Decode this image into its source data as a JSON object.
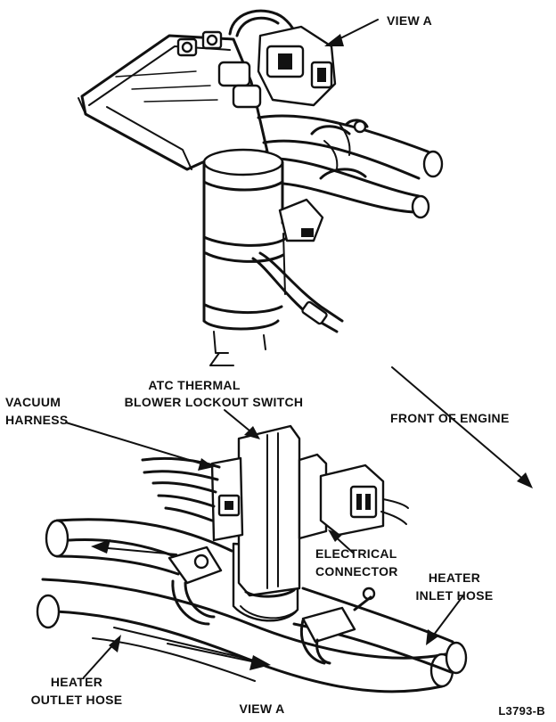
{
  "labels": {
    "view_a_top": "VIEW A",
    "atc_line1": "ATC THERMAL",
    "atc_line2": "BLOWER LOCKOUT SWITCH",
    "vacuum_line1": "VACUUM",
    "vacuum_line2": "HARNESS",
    "front_of_engine": "FRONT OF ENGINE",
    "electrical_line1": "ELECTRICAL",
    "electrical_line2": "CONNECTOR",
    "heater_inlet_line1": "HEATER",
    "heater_inlet_line2": "INLET HOSE",
    "heater_outlet_line1": "HEATER",
    "heater_outlet_line2": "OUTLET HOSE",
    "view_a_bottom": "VIEW A",
    "figure_code": "L3793-B"
  },
  "colors": {
    "ink": "#111111",
    "paper": "#ffffff"
  }
}
